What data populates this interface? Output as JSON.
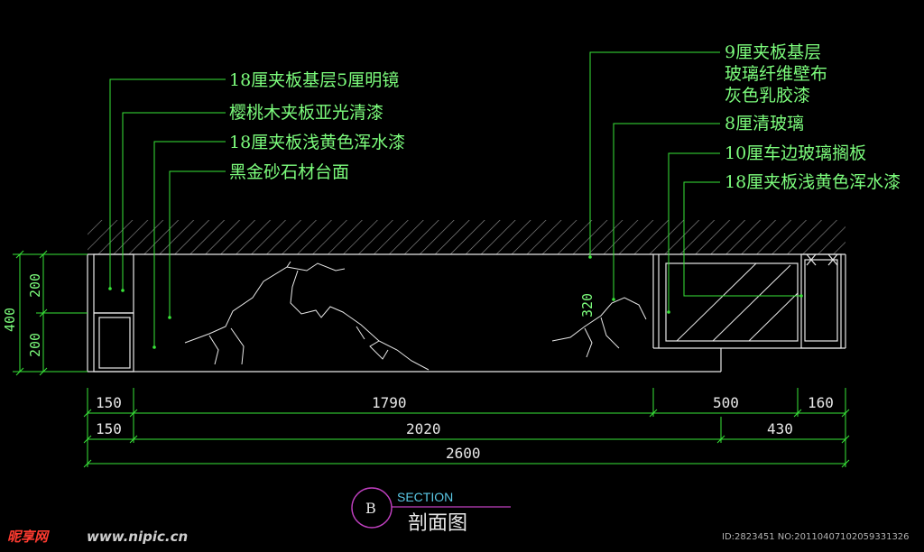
{
  "callouts_left": [
    "18厘夹板基层5厘明镜",
    "樱桃木夹板亚光清漆",
    "18厘夹板浅黄色浑水漆",
    "黑金砂石材台面"
  ],
  "callouts_right": [
    "9厘夹板基层",
    "玻璃纤维壁布",
    "灰色乳胶漆",
    "8厘清玻璃",
    "10厘车边玻璃搁板",
    "18厘夹板浅黄色浑水漆"
  ],
  "dims_row1": [
    "150",
    "1790",
    "500",
    "160"
  ],
  "dims_row2": [
    "150",
    "2020",
    "430"
  ],
  "dims_total": "2600",
  "dims_vertical": [
    "400",
    "200",
    "200"
  ],
  "dim_interior": "320",
  "section": {
    "letter": "B",
    "title_en": "SECTION",
    "title_cn": "剖面图"
  },
  "watermark": {
    "logo": "昵享网",
    "url": "www.nipic.cn",
    "id": "ID:2823451 NO:20110407102059331326"
  },
  "colors": {
    "background": "#000000",
    "line_green": "#39E639",
    "line_white": "#E8E8E8",
    "text_green": "#7CFC7C",
    "hatch": "#9A9A9A",
    "circle": "#C040C0"
  }
}
